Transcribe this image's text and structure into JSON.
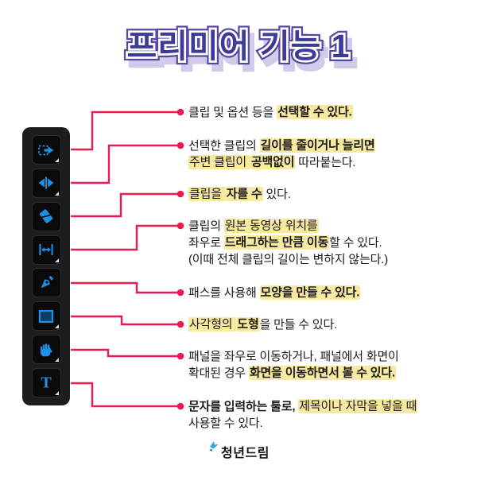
{
  "title": {
    "text": "프리미어 기능 1"
  },
  "colors": {
    "title_fill": "#3c3c96",
    "title_outline": "#5a48a0",
    "title_inner_outline": "#ffffff",
    "title_shadow": "#cfcbe8",
    "accent_line": "#ed1a50",
    "highlight": "#f8e9a0",
    "icon_blue": "#1e8fe3",
    "toolbar_bg": "#1d1d1f",
    "button_bg": "#0a0a0b",
    "body_text": "#1a1a1a"
  },
  "toolbar": {
    "tools": [
      {
        "icon": "track-select-forward-icon",
        "flyout": true
      },
      {
        "icon": "ripple-edit-icon",
        "flyout": true
      },
      {
        "icon": "razor-icon",
        "flyout": false
      },
      {
        "icon": "slip-icon",
        "flyout": true
      },
      {
        "icon": "pen-icon",
        "flyout": false
      },
      {
        "icon": "rectangle-icon",
        "flyout": true
      },
      {
        "icon": "hand-icon",
        "flyout": true
      },
      {
        "icon": "type-icon",
        "flyout": true
      }
    ]
  },
  "notes": [
    {
      "lines": [
        [
          {
            "t": "클립 및 옵션 등을 ",
            "b": false,
            "h": false
          },
          {
            "t": "선택할 수 있다.",
            "b": true,
            "h": true
          }
        ]
      ]
    },
    {
      "lines": [
        [
          {
            "t": "선택한 클립의 ",
            "b": false,
            "h": false
          },
          {
            "t": "길이를 줄이거나 늘리면",
            "b": true,
            "h": true
          }
        ],
        [
          {
            "t": "주변 클립이 ",
            "b": false,
            "h": true
          },
          {
            "t": "공백없이",
            "b": true,
            "h": true
          },
          {
            "t": " 따라붙는다.",
            "b": false,
            "h": false
          }
        ]
      ]
    },
    {
      "lines": [
        [
          {
            "t": "클립을 ",
            "b": false,
            "h": true
          },
          {
            "t": "자를 수",
            "b": true,
            "h": true
          },
          {
            "t": " 있다.",
            "b": false,
            "h": false
          }
        ]
      ]
    },
    {
      "lines": [
        [
          {
            "t": "클립의 ",
            "b": false,
            "h": false
          },
          {
            "t": "원본 동영상 위치를",
            "b": false,
            "h": true
          }
        ],
        [
          {
            "t": "좌우로 ",
            "b": false,
            "h": false
          },
          {
            "t": "드래그하는 만큼 이동",
            "b": true,
            "h": true
          },
          {
            "t": "할 수 있다.",
            "b": false,
            "h": false
          }
        ],
        [
          {
            "t": "(이때 전체 클립의 길이는 변하지 않는다.)",
            "b": false,
            "h": false
          }
        ]
      ]
    },
    {
      "lines": [
        [
          {
            "t": "패스를 사용해 ",
            "b": false,
            "h": false
          },
          {
            "t": "모양을 만들 수 있다.",
            "b": true,
            "h": true
          }
        ]
      ]
    },
    {
      "lines": [
        [
          {
            "t": "사각형의 ",
            "b": false,
            "h": true
          },
          {
            "t": "도형",
            "b": true,
            "h": true
          },
          {
            "t": "을 만들 수 있다.",
            "b": false,
            "h": false
          }
        ]
      ]
    },
    {
      "lines": [
        [
          {
            "t": "패널을 좌우로 이동하거나, 패널에서 화면이",
            "b": false,
            "h": false
          }
        ],
        [
          {
            "t": "확대된 경우 ",
            "b": false,
            "h": false
          },
          {
            "t": "화면을 이동하면서 볼 수 있다.",
            "b": true,
            "h": true
          }
        ]
      ]
    },
    {
      "lines": [
        [
          {
            "t": "문자를 입력하는 툴로, ",
            "b": true,
            "h": false
          },
          {
            "t": "제목이나 자막을 넣을 때",
            "b": false,
            "h": true
          }
        ],
        [
          {
            "t": "사용할 수 있다.",
            "b": false,
            "h": false
          }
        ]
      ]
    }
  ],
  "footer": {
    "logo_text": "청년드림"
  }
}
